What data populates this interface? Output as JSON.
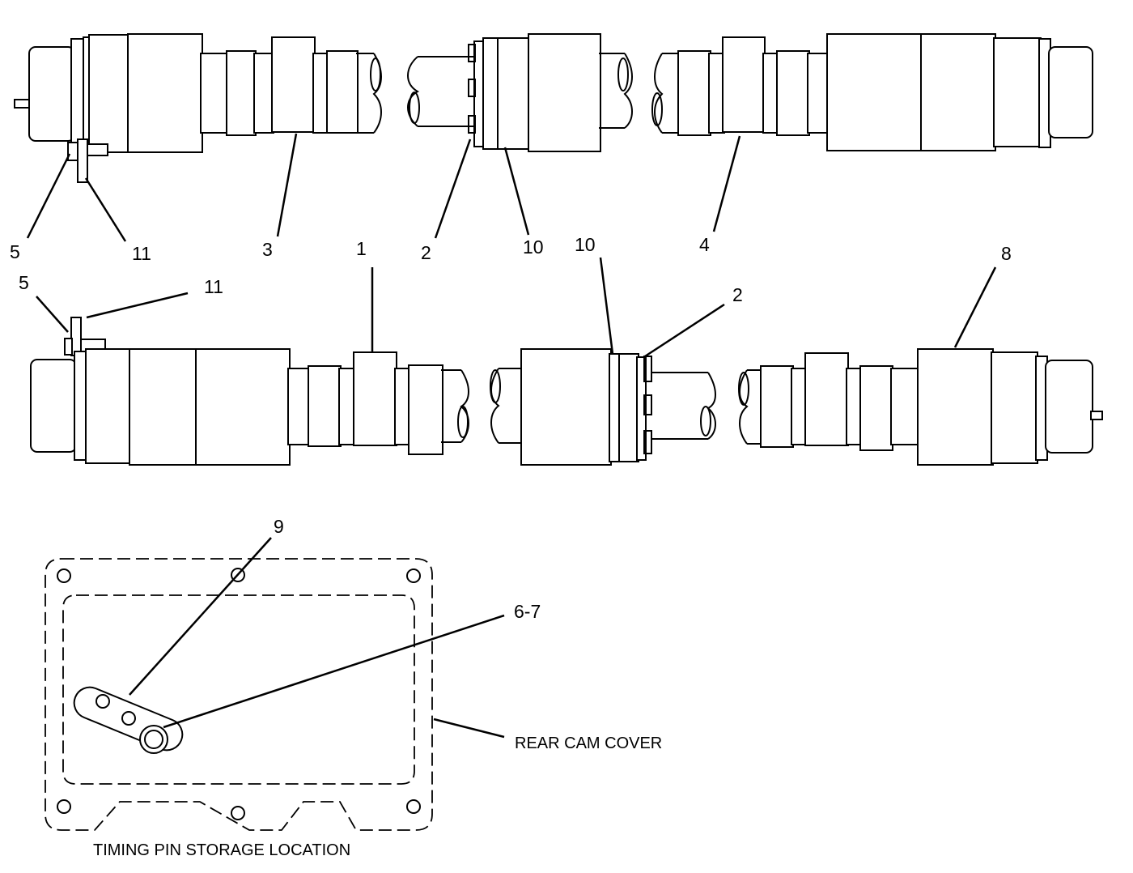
{
  "callouts": {
    "c5_top": "5",
    "c11_top": "11",
    "c3": "3",
    "c2_top": "2",
    "c10_top": "10",
    "c4": "4",
    "c1": "1",
    "c10_mid": "10",
    "c8": "8",
    "c5_mid": "5",
    "c11_mid": "11",
    "c2_mid": "2",
    "c9": "9",
    "c6_7": "6-7"
  },
  "labels": {
    "rear_cam_cover": "REAR CAM COVER",
    "timing_pin_storage": "TIMING PIN STORAGE LOCATION"
  }
}
